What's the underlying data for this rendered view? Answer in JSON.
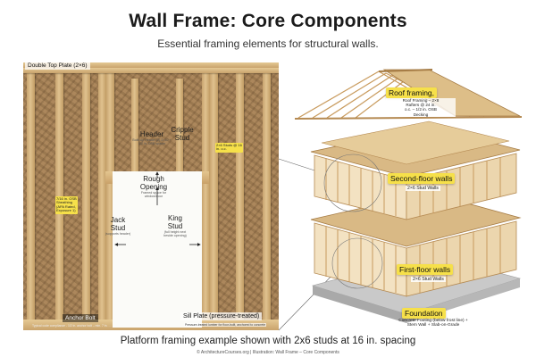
{
  "header": {
    "title": "Wall Frame: Core Components",
    "subtitle": "Essential framing elements for structural walls."
  },
  "photo": {
    "top_plate": "Double Top Plate (2×6)",
    "header": {
      "name": "Header",
      "detail_1": "Built-Up Header (2) 2×10 +",
      "detail_2": "1/2 in. OSB spacer"
    },
    "cripple": {
      "name_1": "Cripple",
      "name_2": "Stud"
    },
    "stud_tag": {
      "line_1": "2×6 Studs @ 16",
      "line_2": "in. o.c."
    },
    "rough_opening": {
      "name_1": "Rough",
      "name_2": "Opening",
      "detail_1": "Framed space for",
      "detail_2": "window/door"
    },
    "sheathing_tag": {
      "line_1": "7/16 in. OSB",
      "line_2": "Sheathing",
      "line_3": "(APA Rated,",
      "line_4": "Exposure 1)"
    },
    "jack": {
      "name_1": "Jack",
      "name_2": "Stud",
      "detail": "(supports header)"
    },
    "king": {
      "name_1": "King",
      "name_2": "Stud",
      "detail_1": "(full height next",
      "detail_2": "beside opening)"
    },
    "anchor_bolt": "Anchor Bolt",
    "anchor_note": "Typical code compliance - 1/2 in. anchor bolt – min. 7 in. …",
    "sill_plate": "Sill Plate (pressure-treated)",
    "sill_note": "Pressure-treated lumber for floor-built, anchored to concrete"
  },
  "house": {
    "roof": {
      "title": "Roof framing,",
      "d1": "Roof Framing – 2×8",
      "d2": "Rafters @ 24 in.",
      "d3": "o.c. – 1/2 in. OSB",
      "d4": "Decking"
    },
    "second": {
      "title": "Second-floor walls",
      "detail": "2×6 Stud Walls"
    },
    "first": {
      "title": "First-floor walls",
      "detail": "2×6 Stud Walls"
    },
    "foundation": {
      "title": "Foundation",
      "d1": "Concrete Footing (below frost line) +",
      "d2": "Stem Wall + Slab-on-Grade"
    }
  },
  "footer": {
    "caption": "Platform framing example shown with 2x6 studs at 16 in. spacing",
    "credit": "© ArchitectureCourses.org | Illustration: Wall Frame – Core Components"
  },
  "colors": {
    "highlight": "#f6e04a",
    "lumber": "#d9b985",
    "osb": "#a9865c",
    "concrete": "#c9c9c9"
  }
}
